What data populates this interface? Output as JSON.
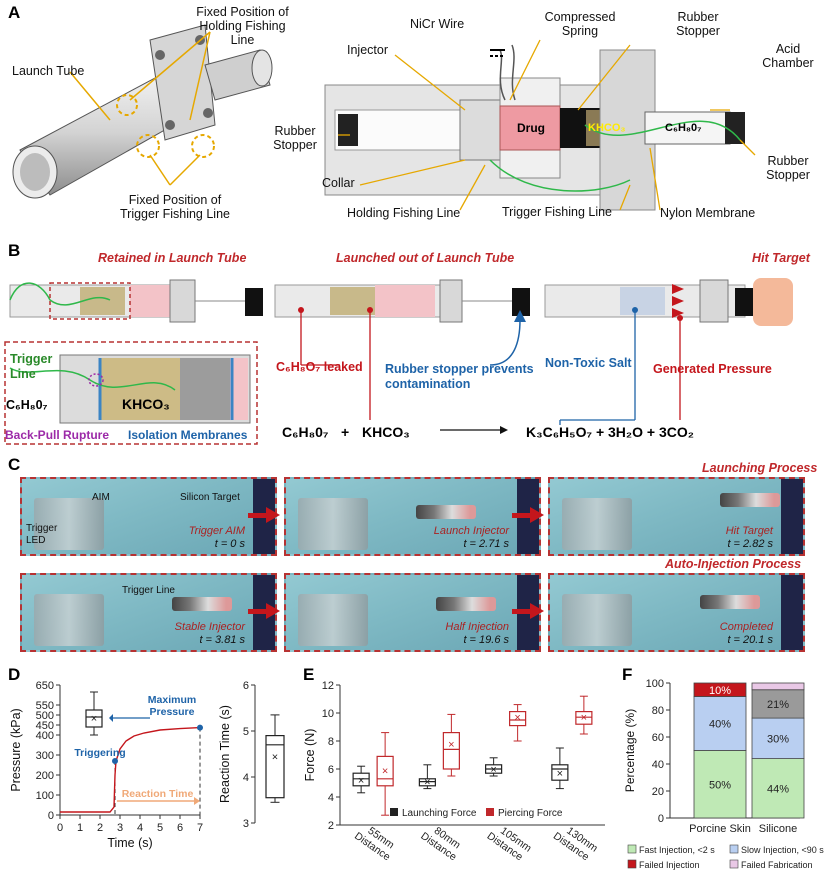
{
  "panels": {
    "a": "A",
    "b": "B",
    "c": "C",
    "d": "D",
    "e": "E",
    "f": "F"
  },
  "panel_a": {
    "launch_tube": "Launch Tube",
    "fixed_holding": "Fixed Position of Holding Fishing Line",
    "fixed_trigger": "Fixed Position of Trigger Fishing Line",
    "nicr_wire": "NiCr Wire",
    "compressed_spring": "Compressed Spring",
    "rubber_stopper_top": "Rubber Stopper",
    "acid_chamber": "Acid Chamber",
    "injector": "Injector",
    "rubber_stopper_left": "Rubber Stopper",
    "collar": "Collar",
    "holding_line": "Holding Fishing Line",
    "trigger_line": "Trigger Fishing Line",
    "nylon_membrane": "Nylon Membrane",
    "rubber_stopper_right": "Rubber Stopper",
    "drug": "Drug",
    "khco3": "KHCO₃",
    "c6h8o7": "C₆H₈0₇"
  },
  "panel_b": {
    "retained": "Retained in Launch Tube",
    "launched": "Launched out of Launch Tube",
    "hit_target": "Hit Target",
    "trigger_line": "Trigger Line",
    "c6h8o7": "C₆H₈0₇",
    "khco3": "KHCO₃",
    "back_pull": "Back-Pull Rupture",
    "isolation": "Isolation Membranes",
    "leaked": "C₆H₈O₇ leaked",
    "stopper_prevents": "Rubber stopper prevents contamination",
    "non_toxic": "Non-Toxic Salt",
    "generated_pressure": "Generated Pressure",
    "eq_left1": "C₆H₈0₇",
    "eq_plus": "+",
    "eq_left2": "KHCO₃",
    "eq_right": "K₃C₆H₅O₇ + 3H₂O + 3CO₂"
  },
  "panel_c": {
    "launching_process": "Launching Process",
    "auto_injection": "Auto-Injection Process",
    "aim": "AIM",
    "silicon_target": "Silicon Target",
    "trigger_led": "Trigger LED",
    "trigger_line": "Trigger Line",
    "frames": [
      {
        "label": "Trigger AIM",
        "time": "t = 0 s"
      },
      {
        "label": "Launch Injector",
        "time": "t = 2.71 s"
      },
      {
        "label": "Hit Target",
        "time": "t = 2.82 s"
      },
      {
        "label": "Stable Injector",
        "time": "t = 3.81 s"
      },
      {
        "label": "Half Injection",
        "time": "t = 19.6 s"
      },
      {
        "label": "Completed",
        "time": "t = 20.1 s"
      }
    ]
  },
  "chart_data": [
    {
      "type": "line",
      "panel": "D",
      "xlabel": "Time (s)",
      "ylabel": "Pressure (kPa)",
      "xlim": [
        0,
        7
      ],
      "ylim": [
        0,
        650
      ],
      "xticks": [
        0,
        1,
        2,
        3,
        4,
        5,
        6,
        7
      ],
      "yticks": [
        0,
        100,
        200,
        300,
        400,
        450,
        500,
        550,
        650
      ],
      "annotations": {
        "maximum": "Maximum Pressure",
        "triggering": "Triggering",
        "reaction_time": "Reaction Time"
      },
      "x": [
        0,
        2.5,
        2.7,
        2.75,
        2.8,
        3.0,
        3.3,
        3.7,
        4.2,
        5.0,
        6.0,
        7.0
      ],
      "y": [
        15,
        15,
        40,
        200,
        270,
        330,
        370,
        395,
        410,
        425,
        432,
        437
      ],
      "trigger_point": [
        2.75,
        270
      ],
      "max_point": [
        7.0,
        437
      ],
      "inset_box": {
        "min": 400,
        "q1": 440,
        "median": 490,
        "q3": 525,
        "max": 615,
        "mean": 485
      }
    },
    {
      "type": "box",
      "panel": "D-right",
      "ylabel": "Reaction Time (s)",
      "ylim": [
        3,
        6
      ],
      "yticks": [
        3,
        4,
        5,
        6
      ],
      "box": {
        "min": 3.45,
        "q1": 3.55,
        "median": 4.7,
        "q3": 4.9,
        "max": 5.35,
        "mean": 4.45
      }
    },
    {
      "type": "box",
      "panel": "E",
      "ylabel": "Force (N)",
      "ylim": [
        2,
        12
      ],
      "yticks": [
        2,
        4,
        6,
        8,
        10,
        12
      ],
      "categories": [
        "55mm Distance",
        "80mm Distance",
        "105mm Distance",
        "130mm Distance"
      ],
      "legend": [
        "Launching Force",
        "Piercing Force"
      ],
      "colors": [
        "#222222",
        "#c0282b"
      ],
      "series": [
        {
          "name": "Launching Force",
          "boxes": [
            {
              "min": 4.3,
              "q1": 4.8,
              "median": 5.3,
              "q3": 5.7,
              "max": 6.2,
              "mean": 5.2
            },
            {
              "min": 4.6,
              "q1": 4.8,
              "median": 5.1,
              "q3": 5.3,
              "max": 6.3,
              "mean": 5.1
            },
            {
              "min": 5.5,
              "q1": 5.7,
              "median": 6.0,
              "q3": 6.3,
              "max": 6.8,
              "mean": 6.0
            },
            {
              "min": 4.6,
              "q1": 5.2,
              "median": 6.0,
              "q3": 6.3,
              "max": 7.5,
              "mean": 5.7
            }
          ]
        },
        {
          "name": "Piercing Force",
          "boxes": [
            {
              "min": 2.7,
              "q1": 4.8,
              "median": 5.3,
              "q3": 6.9,
              "max": 8.6,
              "mean": 5.9
            },
            {
              "min": 5.5,
              "q1": 6.0,
              "median": 7.4,
              "q3": 8.6,
              "max": 9.9,
              "mean": 7.8
            },
            {
              "min": 8.0,
              "q1": 9.1,
              "median": 9.5,
              "q3": 10.1,
              "max": 10.6,
              "mean": 9.7
            },
            {
              "min": 8.5,
              "q1": 9.2,
              "median": 9.7,
              "q3": 10.1,
              "max": 11.2,
              "mean": 9.7
            }
          ]
        }
      ]
    },
    {
      "type": "bar",
      "panel": "F",
      "stacked": true,
      "ylabel": "Percentage (%)",
      "ylim": [
        0,
        100
      ],
      "yticks": [
        0,
        20,
        40,
        60,
        80,
        100
      ],
      "categories": [
        "Porcine Skin",
        "Silicone"
      ],
      "series": [
        {
          "name": "Fast Injection, <2 s",
          "color": "#bfe9b5",
          "values": [
            50,
            44
          ]
        },
        {
          "name": "Slow Injection, <90 s",
          "color": "#b9cff1",
          "values": [
            40,
            30
          ]
        },
        {
          "name": "Failed Injection",
          "color": "#c4161c",
          "values": [
            10,
            0
          ]
        },
        {
          "name": "Failed Fabrication",
          "color": "#9a9a9a",
          "values": [
            0,
            21
          ]
        },
        {
          "name": "",
          "color": "#e9c8e6",
          "values": [
            0,
            5
          ]
        }
      ],
      "bar_labels": [
        [
          "50%",
          "40%",
          "10%"
        ],
        [
          "44%",
          "30%",
          "21%"
        ]
      ],
      "legend": [
        "Fast Injection, <2 s",
        "Slow Injection, <90 s",
        "Failed Injection",
        "Failed Fabrication"
      ],
      "legend_colors": [
        "#bfe9b5",
        "#b9cff1",
        "#c4161c",
        "#e9c8e6"
      ]
    }
  ]
}
